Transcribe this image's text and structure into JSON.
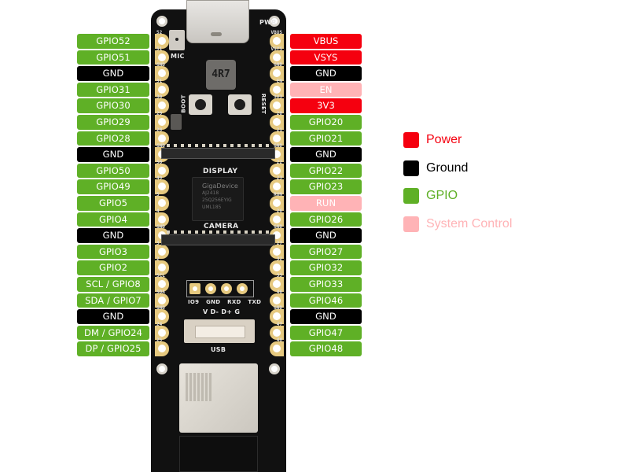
{
  "colors": {
    "power": "#f5000f",
    "ground": "#000000",
    "gpio": "#5fb026",
    "system_control": "#ffb3b6"
  },
  "left_pins": [
    {
      "label": "GPIO52",
      "type": "gpio",
      "pin": "52"
    },
    {
      "label": "GPIO51",
      "type": "gpio",
      "pin": "51"
    },
    {
      "label": "GND",
      "type": "ground",
      "pin": "GND"
    },
    {
      "label": "GPIO31",
      "type": "gpio",
      "pin": "31"
    },
    {
      "label": "GPIO30",
      "type": "gpio",
      "pin": "30"
    },
    {
      "label": "GPIO29",
      "type": "gpio",
      "pin": "29"
    },
    {
      "label": "GPIO28",
      "type": "gpio",
      "pin": "28"
    },
    {
      "label": "GND",
      "type": "ground",
      "pin": "GND"
    },
    {
      "label": "GPIO50",
      "type": "gpio",
      "pin": "50"
    },
    {
      "label": "GPIO49",
      "type": "gpio",
      "pin": "49"
    },
    {
      "label": "GPIO5",
      "type": "gpio",
      "pin": "5"
    },
    {
      "label": "GPIO4",
      "type": "gpio",
      "pin": "4"
    },
    {
      "label": "GND",
      "type": "ground",
      "pin": "GND"
    },
    {
      "label": "GPIO3",
      "type": "gpio",
      "pin": "3"
    },
    {
      "label": "GPIO2",
      "type": "gpio",
      "pin": "2"
    },
    {
      "label": "SCL / GPIO8",
      "type": "gpio",
      "pin": "SCL"
    },
    {
      "label": "SDA / GPIO7",
      "type": "gpio",
      "pin": "SDA"
    },
    {
      "label": "GND",
      "type": "ground",
      "pin": "GND"
    },
    {
      "label": "DM / GPIO24",
      "type": "gpio",
      "pin": "24"
    },
    {
      "label": "DP / GPIO25",
      "type": "gpio",
      "pin": "25"
    }
  ],
  "right_pins": [
    {
      "label": "VBUS",
      "type": "power",
      "pin": "VBUS"
    },
    {
      "label": "VSYS",
      "type": "power",
      "pin": "VSYS"
    },
    {
      "label": "GND",
      "type": "ground",
      "pin": "GND"
    },
    {
      "label": "EN",
      "type": "sysctl",
      "pin": "EN"
    },
    {
      "label": "3V3",
      "type": "power",
      "pin": "3V3"
    },
    {
      "label": "GPIO20",
      "type": "gpio",
      "pin": "20"
    },
    {
      "label": "GPIO21",
      "type": "gpio",
      "pin": "21"
    },
    {
      "label": "GND",
      "type": "ground",
      "pin": "GND"
    },
    {
      "label": "GPIO22",
      "type": "gpio",
      "pin": "22"
    },
    {
      "label": "GPIO23",
      "type": "gpio",
      "pin": "23"
    },
    {
      "label": "RUN",
      "type": "sysctl",
      "pin": "RUN"
    },
    {
      "label": "GPIO26",
      "type": "gpio",
      "pin": "26"
    },
    {
      "label": "GND",
      "type": "ground",
      "pin": "GND"
    },
    {
      "label": "GPIO27",
      "type": "gpio",
      "pin": "27"
    },
    {
      "label": "GPIO32",
      "type": "gpio",
      "pin": "32"
    },
    {
      "label": "GPIO33",
      "type": "gpio",
      "pin": "33"
    },
    {
      "label": "GPIO46",
      "type": "gpio",
      "pin": "46"
    },
    {
      "label": "GND",
      "type": "ground",
      "pin": "GND"
    },
    {
      "label": "GPIO47",
      "type": "gpio",
      "pin": "47"
    },
    {
      "label": "GPIO48",
      "type": "gpio",
      "pin": "48"
    }
  ],
  "board": {
    "silkscreen": {
      "mic": "MIC",
      "pwr": "PWR",
      "boot": "BOOT",
      "reset": "RESET",
      "inductor": "4R7",
      "display": "DISPLAY",
      "camera": "CAMERA",
      "usb": "USB",
      "usb_pins": "V D- D+ G",
      "header_pins": [
        "IO9",
        "GND",
        "RXD",
        "TXD"
      ]
    },
    "chip": {
      "brand": "GigaDevice",
      "lines": [
        "AJ2418",
        "25Q256EYIG",
        "UML185"
      ]
    }
  },
  "legend": [
    {
      "label": "Power",
      "type": "power"
    },
    {
      "label": "Ground",
      "type": "ground"
    },
    {
      "label": "GPIO",
      "type": "gpio"
    },
    {
      "label": "System Control",
      "type": "system_control"
    }
  ]
}
